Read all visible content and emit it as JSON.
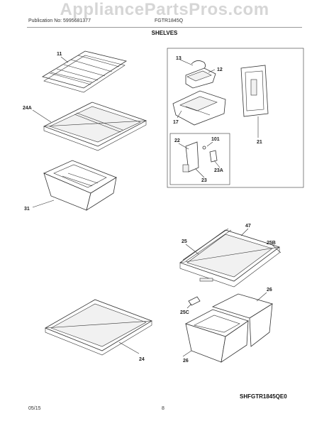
{
  "watermark": "AppliancePartsPros.com",
  "header": {
    "publication": "Publication No: 5995681377",
    "model": "FGTR1845Q",
    "title": "SHELVES"
  },
  "callouts": {
    "c11": "11",
    "c24a": "24A",
    "c31": "31",
    "c13": "13",
    "c12": "12",
    "c17": "17",
    "c21": "21",
    "c22": "22",
    "c101": "101",
    "c23a": "23A",
    "c23": "23",
    "c47": "47",
    "c25": "25",
    "c25b": "25B",
    "c26a": "26",
    "c25c": "25C",
    "c26b": "26",
    "c24": "24"
  },
  "diagram_code": "SHFGTR1845QE0",
  "footer": {
    "date": "05/15",
    "page": "8"
  }
}
